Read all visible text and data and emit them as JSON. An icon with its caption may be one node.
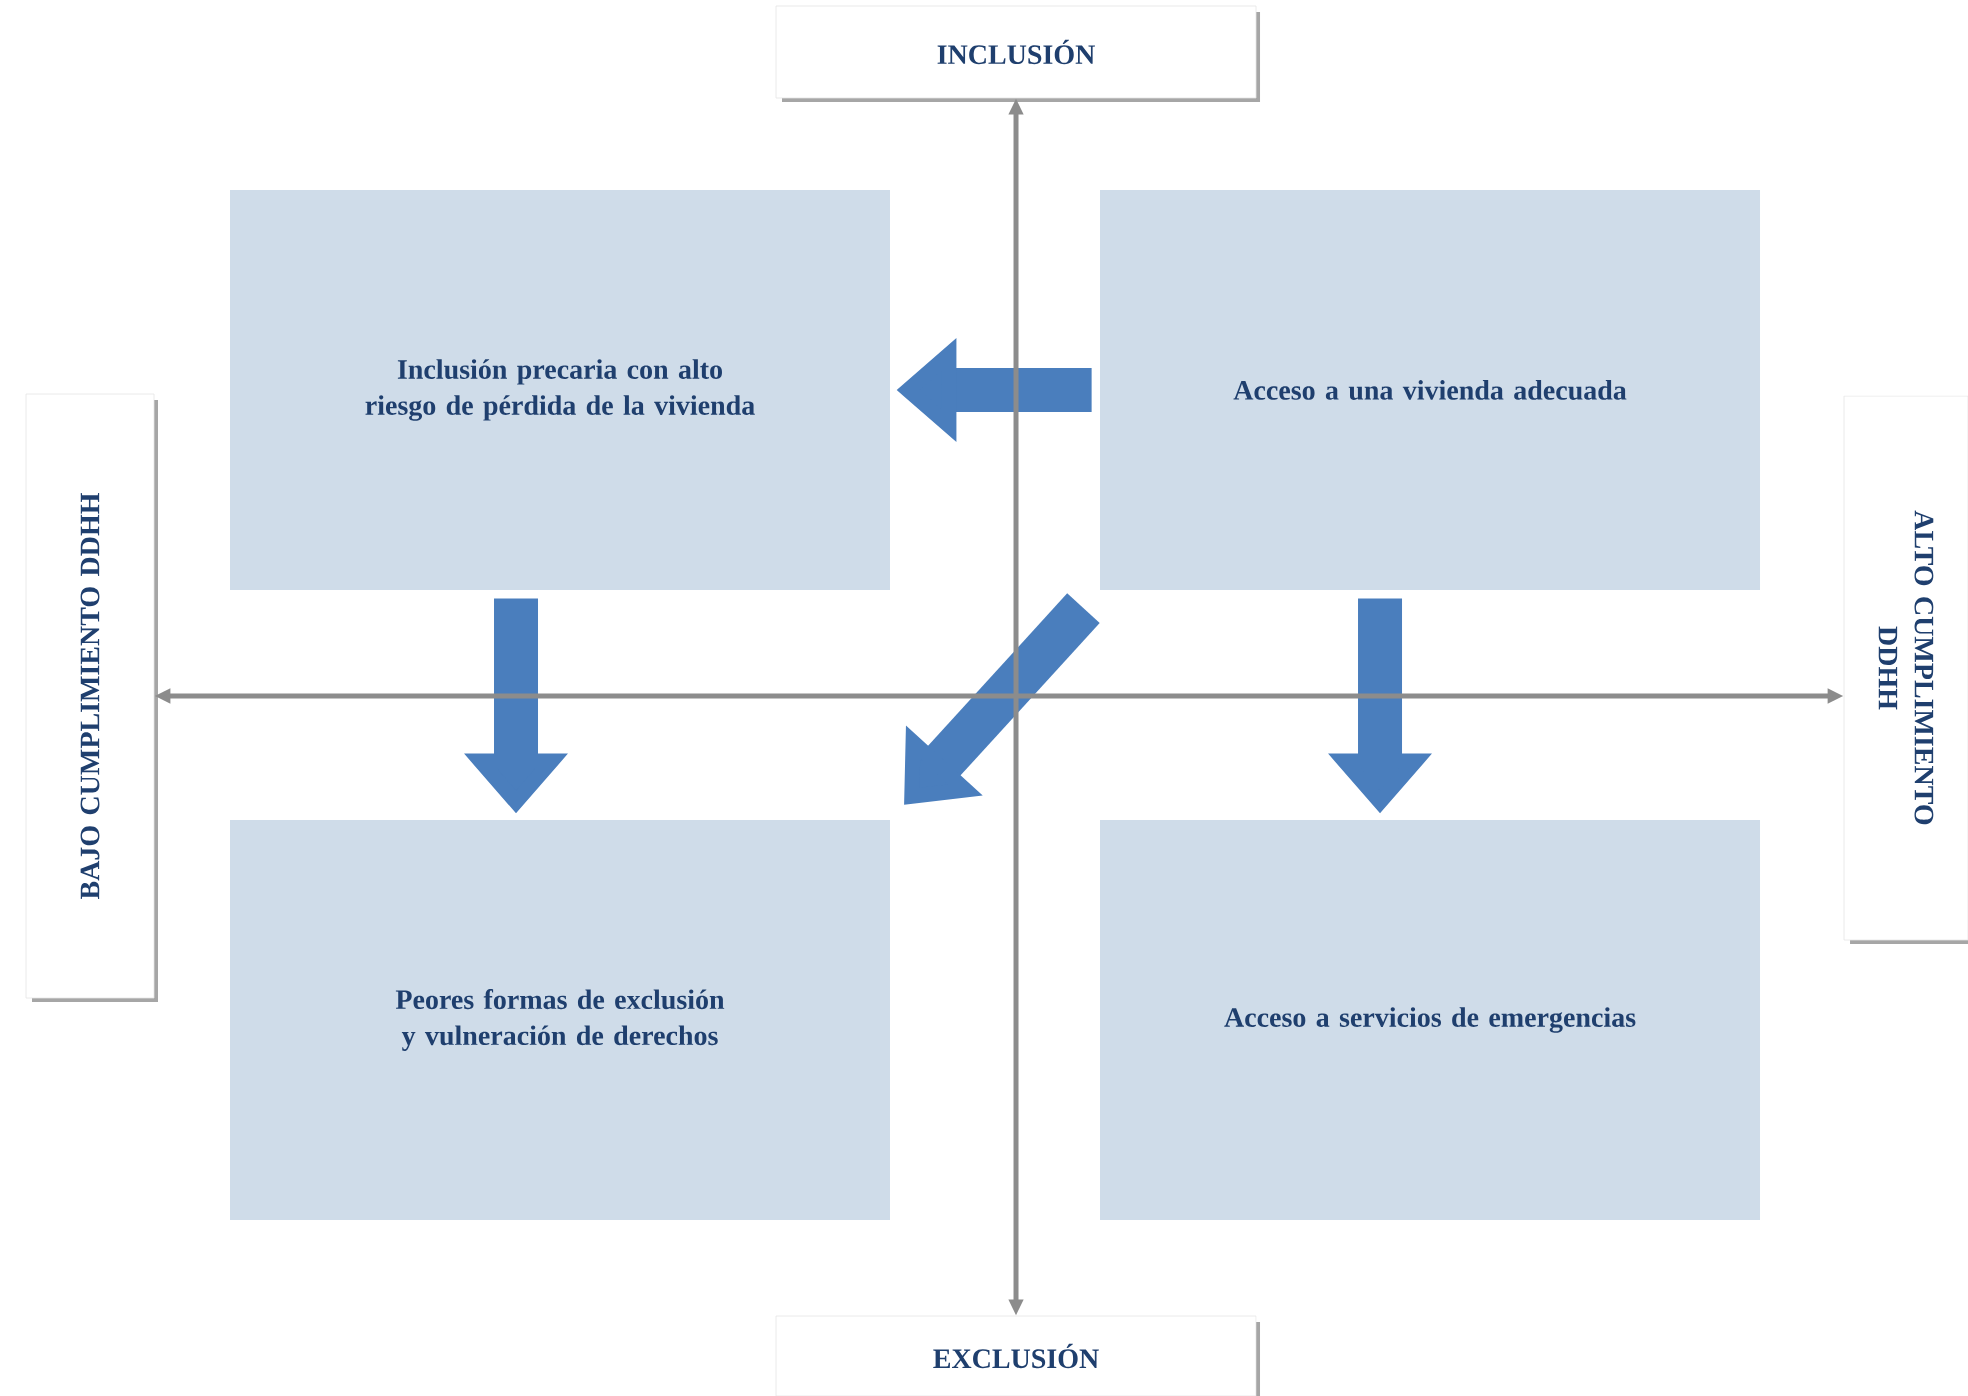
{
  "diagram": {
    "nodes": [
      {
        "text": [
          "INCLUSIÓN"
        ]
      },
      {
        "text": [
          "Inclusión precaria con alto riesgo de pérdida de la vivienda"
        ]
      },
      {
        "text": [
          "Acceso a una vivienda adecuada"
        ]
      },
      {
        "text": [
          "BAJO CUMPLIMIENTO DDHH"
        ]
      },
      {
        "text": [
          "ALTO CUMPLIMIENTO DDHH"
        ]
      },
      {
        "text": [
          "Peores formas de exclusión y vulneración de derechos"
        ]
      },
      {
        "text": [
          "Acceso a servicios de emergencias"
        ]
      },
      {
        "text": [
          "EXCLUSIÓN"
        ]
      }
    ],
    "edges": [
      {
        "from": 2,
        "to": 1,
        "arrow": "to"
      },
      {
        "from": 1,
        "to": 5,
        "arrow": "to"
      },
      {
        "from": 2,
        "to": 5,
        "arrow": "to"
      },
      {
        "from": 2,
        "to": 6,
        "arrow": "to"
      },
      {
        "from": 0,
        "to": 7,
        "arrow": "both",
        "color": "#8c8c8c"
      },
      {
        "from": 3,
        "to": 4,
        "arrow": "both",
        "color": "#8c8c8c"
      }
    ]
  }
}
